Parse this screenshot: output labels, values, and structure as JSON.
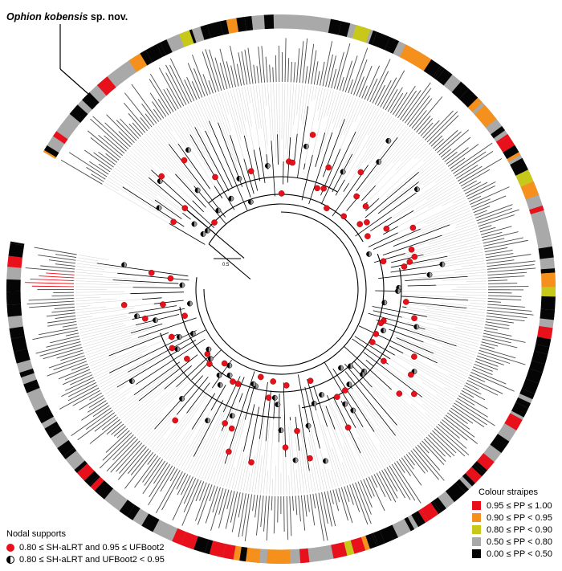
{
  "annotation": {
    "genus": "Ophion",
    "epithet": "kobensis",
    "suffix": "sp. nov."
  },
  "scale_bar": {
    "label": "0.5"
  },
  "nodal_supports": {
    "title": "Nodal supports",
    "items": [
      {
        "icon": "red-circle-icon",
        "label": "0.80 ≤ SH-aLRT and 0.95 ≤ UFBoot2"
      },
      {
        "icon": "half-filled-circle-icon",
        "label": "0.80 ≤ SH-aLRT and UFBoot2 < 0.95"
      }
    ]
  },
  "colour_stripes": {
    "title": "Colour straipes",
    "items": [
      {
        "color": "#e8101a",
        "label": "0.95 ≤ PP ≤ 1.00"
      },
      {
        "color": "#f5901c",
        "label": "0.90 ≤ PP < 0.95"
      },
      {
        "color": "#c8c81a",
        "label": "0.80 ≤ PP < 0.90"
      },
      {
        "color": "#a9a9a9",
        "label": "0.50 ≤ PP < 0.80"
      },
      {
        "color": "#050505",
        "label": "0.00 ≤ PP < 0.50"
      }
    ]
  },
  "colors": {
    "highlight_label": "#e8101a",
    "node_red": "#e8101a",
    "branch": "#000000",
    "tip_line": "#d0d0d0"
  }
}
